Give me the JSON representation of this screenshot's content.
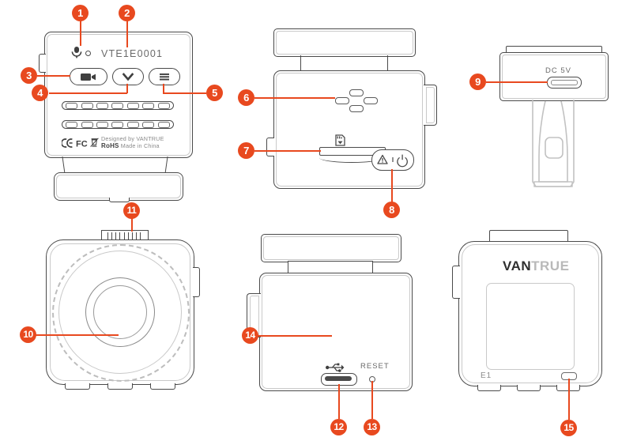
{
  "document": {
    "title": "Vantrue E1 Dash Camera — Parts Overview Diagram",
    "accent_color": "#e8491f",
    "outline_color": "#4a4a4a",
    "brand": "VANTRUE"
  },
  "callouts": [
    {
      "number": "1",
      "target": "microphone"
    },
    {
      "number": "2",
      "target": "serial-number-label"
    },
    {
      "number": "3",
      "target": "record-button"
    },
    {
      "number": "4",
      "target": "down-button"
    },
    {
      "number": "5",
      "target": "menu-button"
    },
    {
      "number": "6",
      "target": "speaker"
    },
    {
      "number": "7",
      "target": "microsd-card-slot"
    },
    {
      "number": "8",
      "target": "emergency-power-button"
    },
    {
      "number": "9",
      "target": "dc-5v-power-port"
    },
    {
      "number": "10",
      "target": "camera-lens"
    },
    {
      "number": "11",
      "target": "mount-connector"
    },
    {
      "number": "12",
      "target": "usb-port"
    },
    {
      "number": "13",
      "target": "reset-hole"
    },
    {
      "number": "14",
      "target": "display-screen"
    },
    {
      "number": "15",
      "target": "status-led"
    }
  ],
  "views": {
    "back_panel": {
      "serial_number": "VTE1E0001",
      "buttons": [
        {
          "icon": "video-camera-icon",
          "label": ""
        },
        {
          "icon": "chevron-down-icon",
          "label": ""
        },
        {
          "icon": "hamburger-menu-icon",
          "label": ""
        }
      ],
      "vent_slot_count": 7,
      "certifications": {
        "ce": "CE",
        "fcc": "FC",
        "weee": "weee-bin-icon",
        "rohs": "RoHS",
        "designed_by": "Designed by VANTRUE",
        "made_in": "Made in China"
      }
    },
    "right_side": {
      "speaker_icon": "speaker-grille-icon",
      "sd_icon": "microsd-card-icon",
      "power_button_icons": [
        "warning-triangle-icon",
        "power-icon"
      ]
    },
    "mount_top": {
      "power_label": "DC 5V",
      "port_icon": "usb-c-port-icon"
    },
    "lens_front": {
      "lens_icon": "camera-lens-icon",
      "mount_icon": "mount-connector-icon"
    },
    "left_side": {
      "usb_icon": "usb-icon",
      "reset_label": "RESET",
      "reset_icon": "reset-pinhole-icon"
    },
    "screen_front": {
      "logo_bold": "VAN",
      "logo_light": "TRUE",
      "model": "E1",
      "led_icon": "status-led-icon"
    }
  }
}
